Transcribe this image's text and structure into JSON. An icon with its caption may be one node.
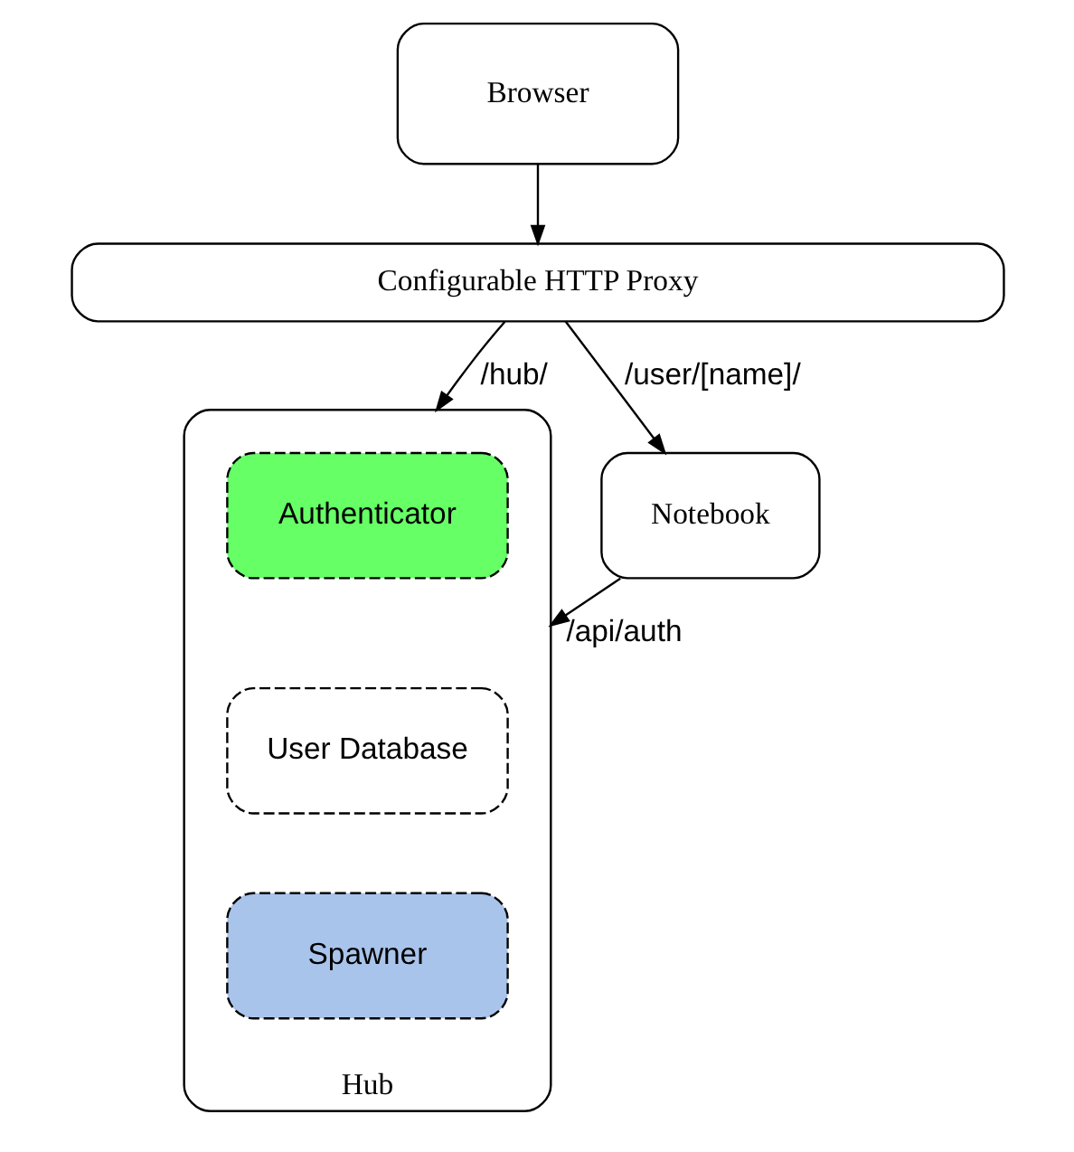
{
  "diagram": {
    "nodes": [
      {
        "text": [
          "Browser"
        ]
      },
      {
        "text": [
          "Configurable HTTP Proxy"
        ]
      },
      {
        "text": [
          "Hub"
        ]
      },
      {
        "text": [
          "Authenticator"
        ],
        "in": 2
      },
      {
        "text": [
          "User Database"
        ],
        "in": 2
      },
      {
        "text": [
          "Spawner"
        ],
        "in": 2
      },
      {
        "text": [
          "Notebook"
        ]
      }
    ],
    "edges": [
      {
        "from": 0,
        "to": 1,
        "arrow": "to"
      },
      {
        "from": 1,
        "to": 2,
        "arrow": "to",
        "label": "/hub/"
      },
      {
        "from": 1,
        "to": 6,
        "arrow": "to",
        "label": "/user/[name]/"
      },
      {
        "from": 6,
        "to": 2,
        "arrow": "to",
        "label": "/api/auth"
      }
    ]
  }
}
